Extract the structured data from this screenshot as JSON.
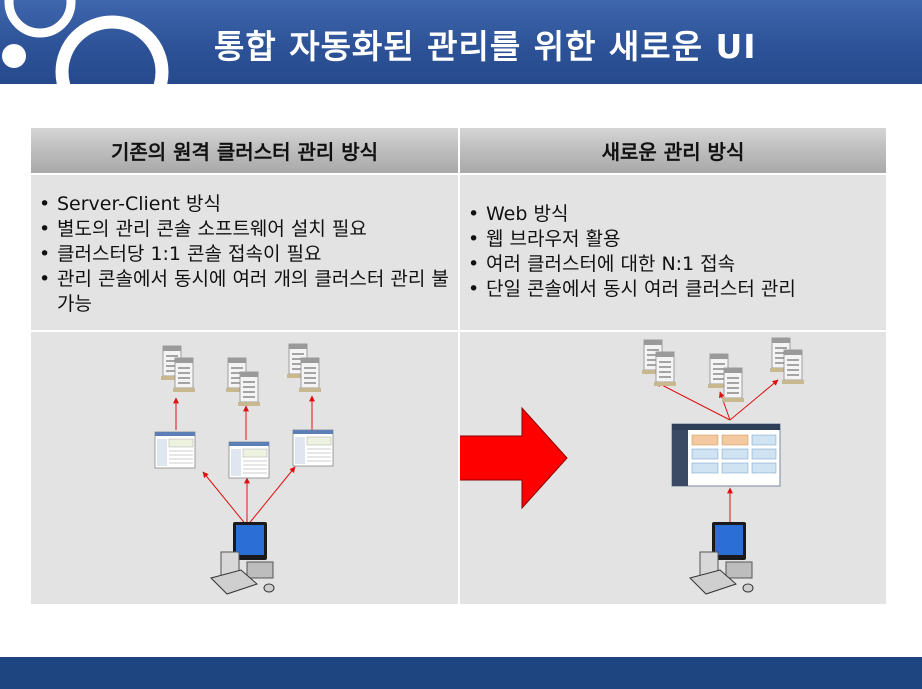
{
  "header": {
    "title": "통합 자동화된 관리를 위한 새로운 UI"
  },
  "table": {
    "left_heading": "기존의 원격 클러스터 관리 방식",
    "right_heading": "새로운 관리 방식",
    "left_bullets": [
      "Server-Client 방식",
      "별도의 관리 콘솔 소프트웨어 설치 필요",
      "클러스터당 1:1 콘솔 접속이 필요",
      "관리 콘솔에서 동시에 여러 개의 클러스터 관리 불가능"
    ],
    "right_bullets": [
      "Web 방식",
      "웹 브라우저 활용",
      "여러 클러스터에 대한 N:1 접속",
      "단일 콘솔에서 동시 여러 클러스터 관리"
    ]
  },
  "colors": {
    "header_blue": "#2d5297",
    "footer_blue": "#1f4580",
    "arrow_red": "#ff0000",
    "connector_red": "#e01010"
  },
  "icons": [
    "server-stack-icon",
    "console-window-icon",
    "computer-icon",
    "web-dashboard-icon",
    "right-arrow-icon"
  ]
}
